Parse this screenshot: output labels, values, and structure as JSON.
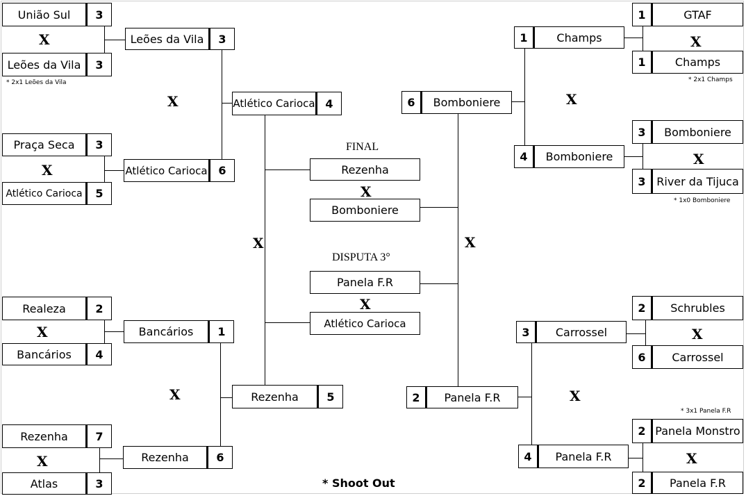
{
  "symbols": {
    "vs": "X"
  },
  "labels": {
    "final": "FINAL",
    "third_place": "DISPUTA 3°",
    "legend": "* Shoot Out"
  },
  "round1": {
    "m1": {
      "top": {
        "team": "União Sul",
        "score": "3"
      },
      "bottom": {
        "team": "Leões da Vila",
        "score": "3"
      },
      "note": "* 2x1 Leões da Vila"
    },
    "m2": {
      "top": {
        "team": "Praça Seca",
        "score": "3"
      },
      "bottom": {
        "team": "Atlético Carioca",
        "score": "5"
      }
    },
    "m3": {
      "top": {
        "team": "Realeza",
        "score": "2"
      },
      "bottom": {
        "team": "Bancários",
        "score": "4"
      }
    },
    "m4": {
      "top": {
        "team": "Rezenha",
        "score": "7"
      },
      "bottom": {
        "team": "Atlas",
        "score": "3"
      }
    },
    "m5": {
      "top": {
        "team": "GTAF",
        "score": "1"
      },
      "bottom": {
        "team": "Champs",
        "score": "1"
      },
      "note": "* 2x1 Champs"
    },
    "m6": {
      "top": {
        "team": "Bomboniere",
        "score": "3"
      },
      "bottom": {
        "team": "River da Tijuca",
        "score": "3"
      },
      "note": "* 1x0 Bomboniere"
    },
    "m7": {
      "top": {
        "team": "Schrubles",
        "score": "2"
      },
      "bottom": {
        "team": "Carrossel",
        "score": "6"
      },
      "note": "* 3x1 Panela F.R"
    },
    "m8": {
      "top": {
        "team": "Panela Monstro",
        "score": "2"
      },
      "bottom": {
        "team": "Panela F.R",
        "score": "2"
      }
    }
  },
  "quarterfinals": {
    "l1": {
      "team": "Leões da Vila",
      "score": "3"
    },
    "l2": {
      "team": "Atlético Carioca",
      "score": "6"
    },
    "l3": {
      "team": "Bancários",
      "score": "1"
    },
    "l4": {
      "team": "Rezenha",
      "score": "6"
    },
    "r1": {
      "team": "Champs",
      "score": "1"
    },
    "r2": {
      "team": "Bomboniere",
      "score": "4"
    },
    "r3": {
      "team": "Carrossel",
      "score": "3"
    },
    "r4": {
      "team": "Panela F.R",
      "score": "4"
    }
  },
  "semifinals": {
    "l1": {
      "team": "Atlético Carioca",
      "score": "4"
    },
    "l2": {
      "team": "Rezenha",
      "score": "5"
    },
    "r1": {
      "team": "Bomboniere",
      "score": "6"
    },
    "r2": {
      "team": "Panela F.R",
      "score": "2"
    }
  },
  "final": {
    "team1": "Rezenha",
    "team2": "Bomboniere"
  },
  "third_place": {
    "team1": "Panela F.R",
    "team2": "Atlético Carioca"
  }
}
